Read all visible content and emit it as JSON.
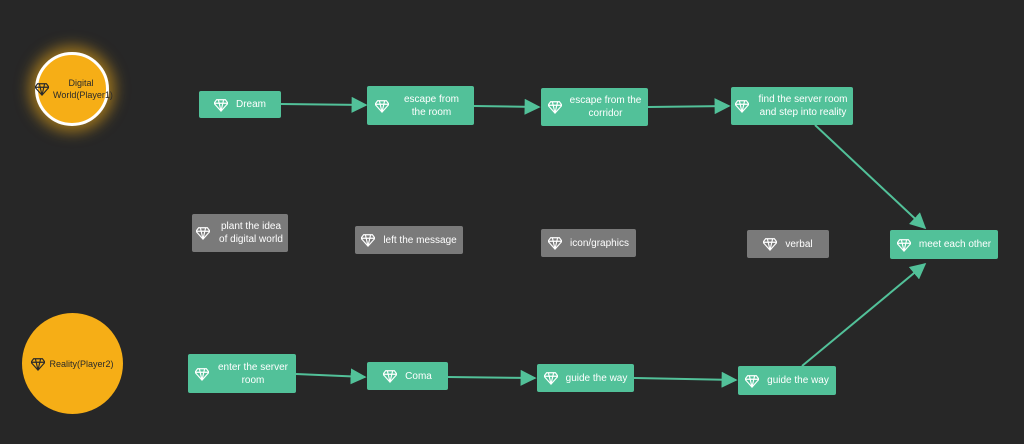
{
  "colors": {
    "background": "#272727",
    "node_active": "#52c199",
    "node_inactive": "#7a7a7a",
    "circle": "#f6ae16",
    "edge": "#52c199"
  },
  "icon": "diamond-icon",
  "players": {
    "player1": "Digital World(Player1)",
    "player2": "Reality(Player2)"
  },
  "top_row": {
    "dream": "Dream",
    "escape_room": "escape from the room",
    "escape_corridor": "escape from the corridor",
    "find_server": "find the server room and step into reality"
  },
  "middle_row": {
    "plant_idea": "plant the idea of digital world",
    "left_message": "left the message",
    "icon_graphics": "icon/graphics",
    "verbal": "verbal"
  },
  "bottom_row": {
    "enter_server": "enter the server room",
    "coma": "Coma",
    "guide_way_1": "guide the way",
    "guide_way_2": "guide the way"
  },
  "goal": {
    "meet": "meet each other"
  }
}
